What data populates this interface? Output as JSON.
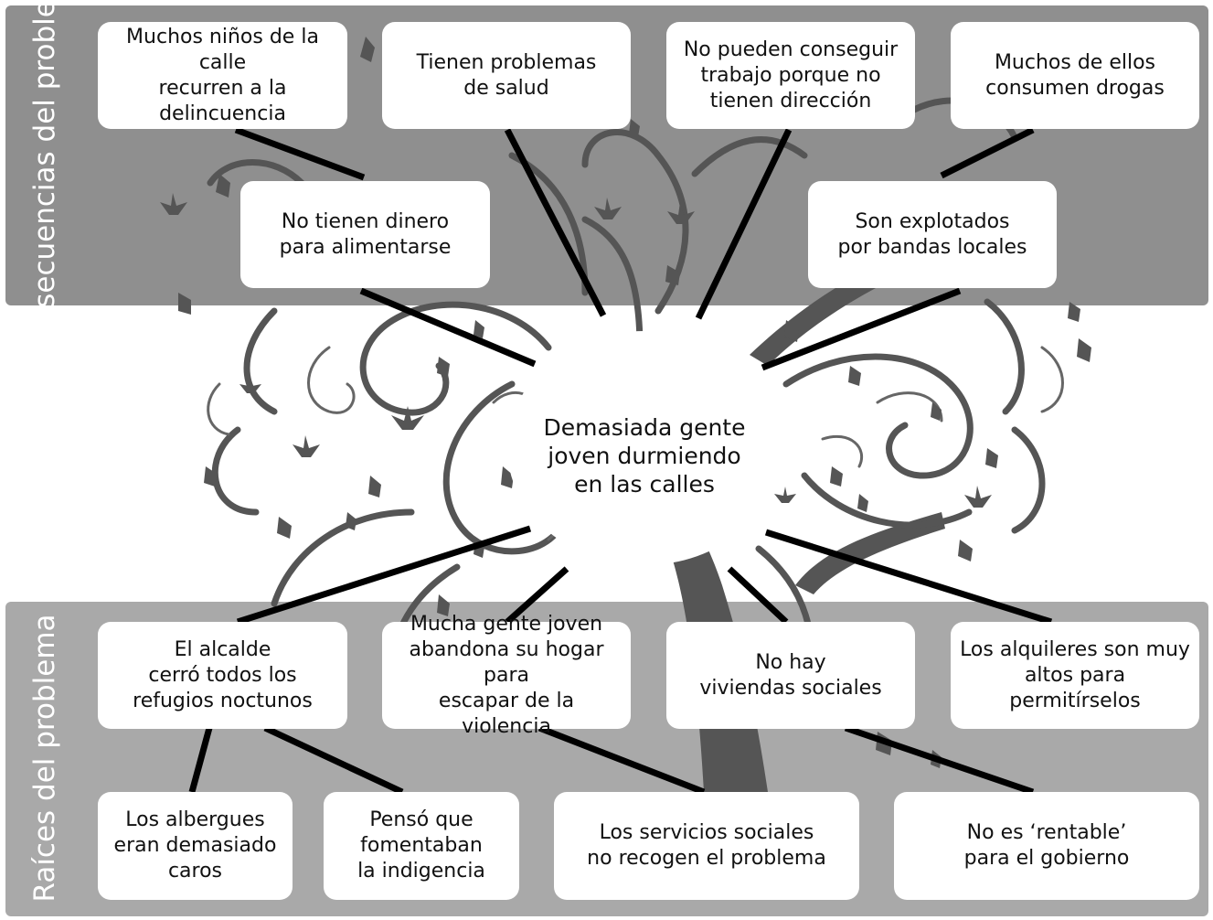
{
  "sections": {
    "top_title": "Consecuencias\ndel problema",
    "bottom_title": "Raíces\ndel problema"
  },
  "center": {
    "text": "Demasiada gente\njoven durmiendo\nen las calles"
  },
  "consequences": {
    "delincuencia": "Muchos niños de la calle\nrecurren a la delincuencia",
    "salud": "Tienen problemas\nde salud",
    "trabajo": "No pueden conseguir\ntrabajo porque no\ntienen dirección",
    "drogas": "Muchos de ellos\nconsumen drogas",
    "dinero": "No tienen dinero\npara alimentarse",
    "explotados": "Son explotados\npor bandas locales"
  },
  "roots": {
    "alcalde": "El alcalde\ncerró todos los\nrefugios noctunos",
    "violencia": "Mucha gente joven\nabandona su hogar para\nescapar de la violencia",
    "viviendas": "No hay\nviviendas sociales",
    "alquileres": "Los alquileres son muy\naltos para permitírselos",
    "albergues": "Los albergues\neran demasiado\ncaros",
    "penso": "Pensó que\nfomentaban\nla indigencia",
    "servicios": "Los servicios sociales\nno recogen el problema",
    "rentable": "No es ‘rentable’\npara el gobierno"
  },
  "colors": {
    "top_band": "#8f8f8f",
    "bottom_band": "#a9a9a9",
    "tree": "#555555",
    "connector": "#000000"
  }
}
